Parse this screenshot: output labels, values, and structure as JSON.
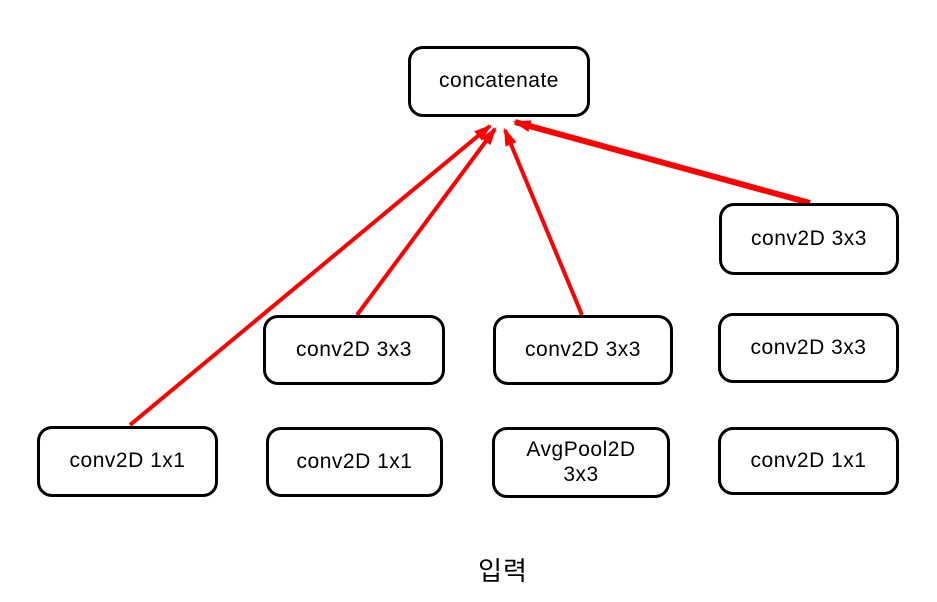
{
  "nodes": {
    "concatenate": "concatenate",
    "b1_conv1x1": "conv2D 1x1",
    "b2_conv3x3": "conv2D 3x3",
    "b2_conv1x1": "conv2D 1x1",
    "b3_conv3x3": "conv2D 3x3",
    "b3_avgpool_line1": "AvgPool2D",
    "b3_avgpool_line2": "3x3",
    "b4_conv3x3_top": "conv2D 3x3",
    "b4_conv3x3_mid": "conv2D 3x3",
    "b4_conv1x1": "conv2D 1x1"
  },
  "footer": {
    "input_label": "입력"
  },
  "colors": {
    "arrow": "#ff0000",
    "box_border": "#000000",
    "box_fill": "#ffffff",
    "text": "#000000"
  }
}
